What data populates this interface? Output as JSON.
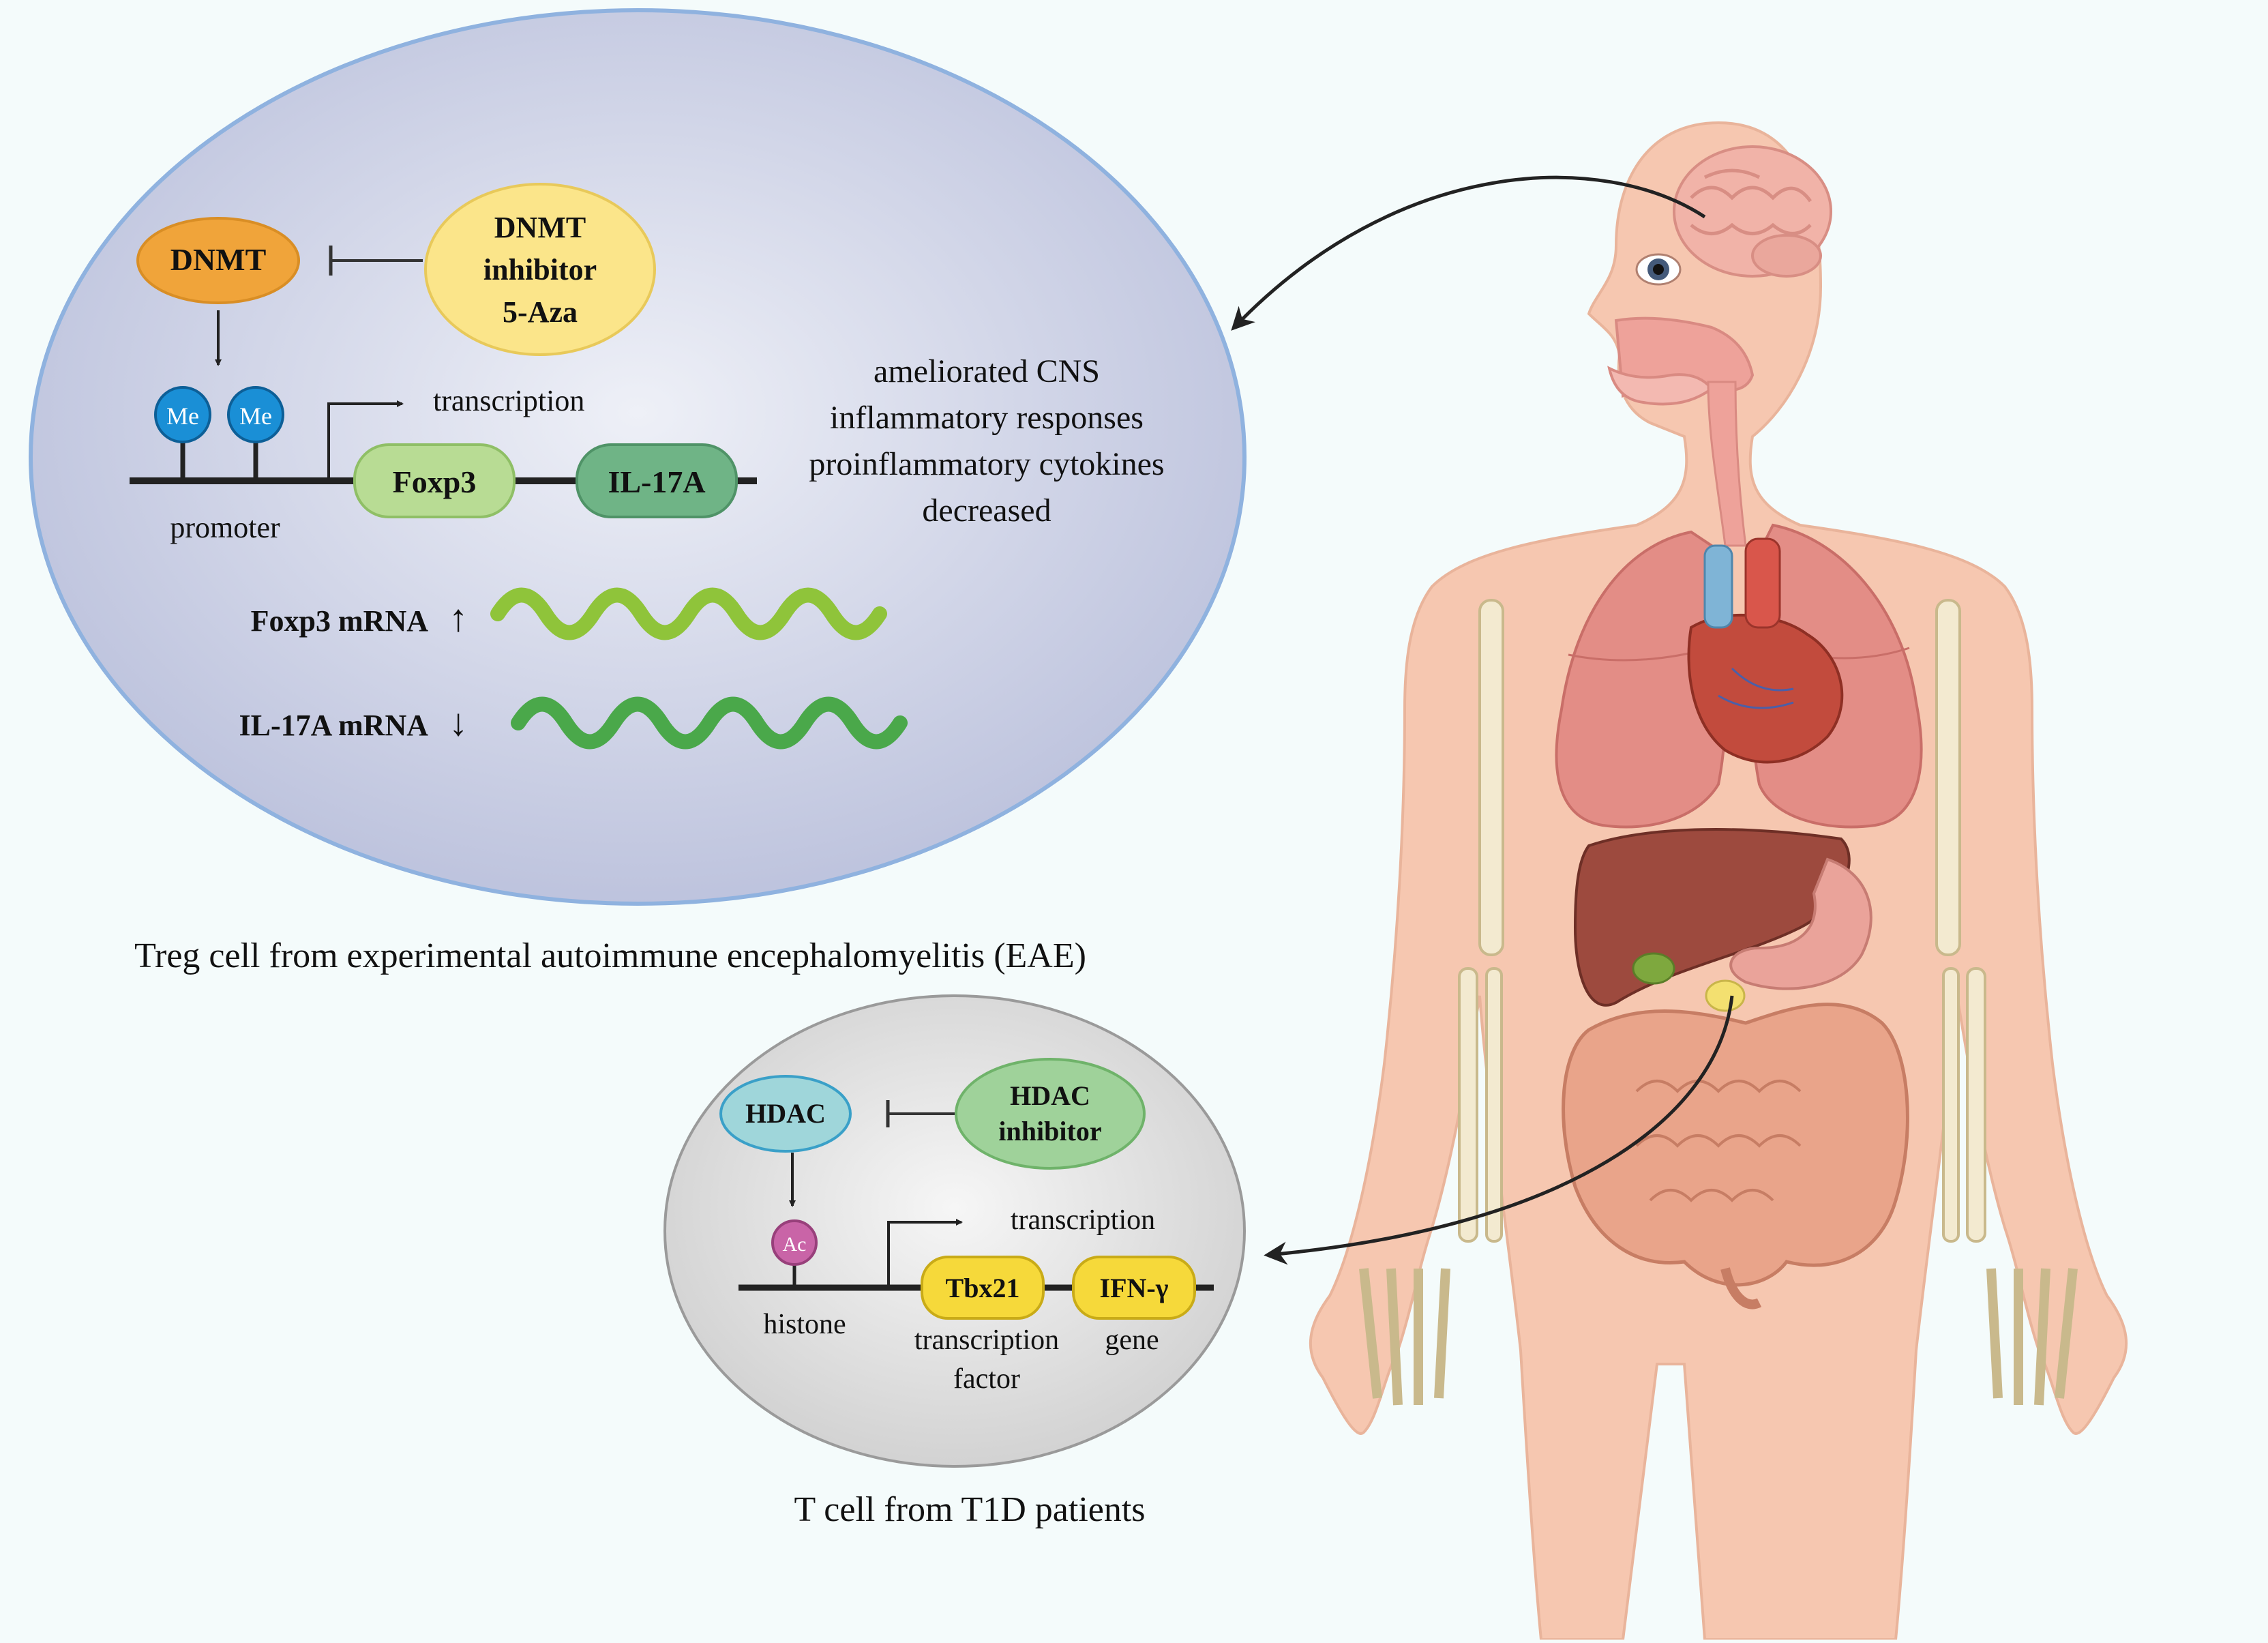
{
  "eae_cell": {
    "dnmt": "DNMT",
    "inhibitor_line1": "DNMT",
    "inhibitor_line2": "inhibitor",
    "inhibitor_line3": "5-Aza",
    "me_label": "Me",
    "transcription": "transcription",
    "gene1": "Foxp3",
    "gene2": "IL-17A",
    "promoter": "promoter",
    "mrna1": "Foxp3 mRNA",
    "mrna1_arrow": "↑",
    "mrna2": "IL-17A mRNA",
    "mrna2_arrow": "↓",
    "caption": "Treg cell from experimental autoimmune encephalomyelitis (EAE)"
  },
  "effects": {
    "line1": "ameliorated CNS",
    "line2": "inflammatory responses",
    "line3": "proinflammatory cytokines",
    "line4": "decreased"
  },
  "t1d_cell": {
    "hdac": "HDAC",
    "inhibitor_line1": "HDAC",
    "inhibitor_line2": "inhibitor",
    "ac_label": "Ac",
    "transcription": "transcription",
    "gene1": "Tbx21",
    "gene2": "IFN-γ",
    "histone": "histone",
    "gene1_label_line1": "transcription",
    "gene1_label_line2": "factor",
    "gene2_label": "gene",
    "caption": "T cell from T1D patients"
  },
  "colors": {
    "background": "#f4fbfb",
    "eae_cell_fill": "#c5c9e0",
    "t1d_cell_fill": "#d8d8d8",
    "dnmt": "#f0a43a",
    "inhibitor": "#fbe58a",
    "foxp3": "#b8dc94",
    "il17a": "#6fb486",
    "me_bead": "#1a8fd6",
    "hdac": "#9fd6da",
    "hdac_inhibitor": "#9fd29a",
    "ac_bead": "#c964a7",
    "tbx21": "#f6d93a",
    "body_skin": "#f6c7b0"
  }
}
